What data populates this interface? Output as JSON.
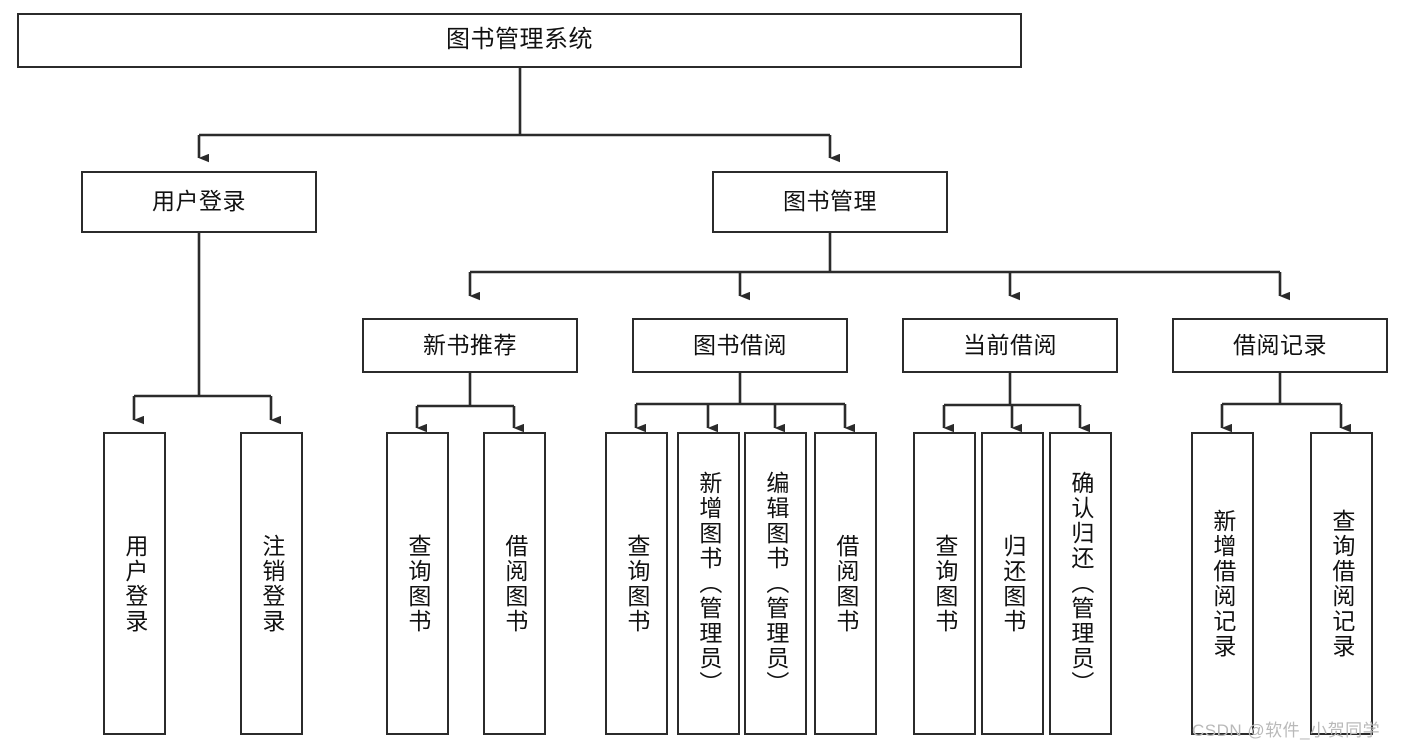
{
  "diagram": {
    "title": "图书管理系统",
    "type": "hierarchy-tree",
    "orientation": "top-down",
    "colors": {
      "stroke": "#2b2b2b",
      "fill": "#ffffff",
      "text": "#111111",
      "watermark": "#b9b9b9"
    }
  },
  "nodes": {
    "root": {
      "label": "图书管理系统",
      "level": 1
    },
    "level2": [
      {
        "id": "user-login",
        "label": "用户登录"
      },
      {
        "id": "book-management",
        "label": "图书管理"
      }
    ],
    "level3": [
      {
        "id": "new-book-recommend",
        "label": "新书推荐"
      },
      {
        "id": "book-borrow",
        "label": "图书借阅"
      },
      {
        "id": "current-borrow",
        "label": "当前借阅"
      },
      {
        "id": "borrow-record",
        "label": "借阅记录"
      }
    ],
    "leaves": {
      "user_login": [
        {
          "id": "leaf-user-login",
          "label": "用户登录"
        },
        {
          "id": "leaf-logout-login",
          "label": "注销登录"
        }
      ],
      "new_book_recommend": [
        {
          "id": "leaf-query-book-1",
          "label": "查询图书"
        },
        {
          "id": "leaf-borrow-book-1",
          "label": "借阅图书"
        }
      ],
      "book_borrow": [
        {
          "id": "leaf-query-book-2",
          "label": "查询图书"
        },
        {
          "id": "leaf-add-book",
          "label": "新增图书（管理员）"
        },
        {
          "id": "leaf-edit-book",
          "label": "编辑图书（管理员）"
        },
        {
          "id": "leaf-borrow-book-2",
          "label": "借阅图书"
        }
      ],
      "current_borrow": [
        {
          "id": "leaf-query-book-3",
          "label": "查询图书"
        },
        {
          "id": "leaf-return-book",
          "label": "归还图书"
        },
        {
          "id": "leaf-confirm-return",
          "label": "确认归还（管理员）"
        }
      ],
      "borrow_record": [
        {
          "id": "leaf-add-record",
          "label": "新增借阅记录"
        },
        {
          "id": "leaf-query-record",
          "label": "查询借阅记录"
        }
      ]
    }
  },
  "watermark": {
    "text": "CSDN @软件_小贺同学"
  }
}
